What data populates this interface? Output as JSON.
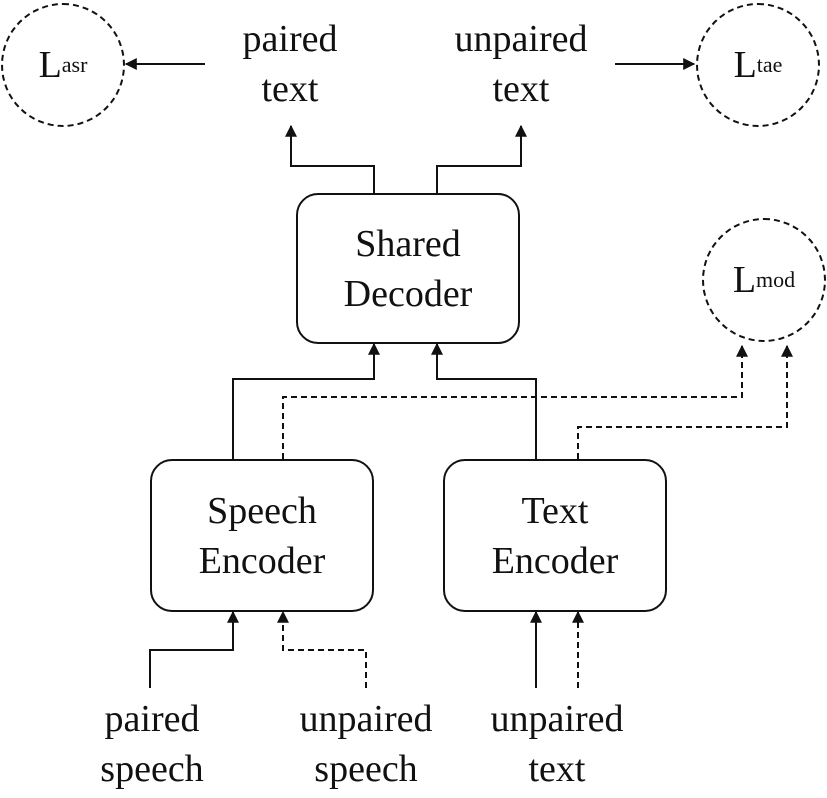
{
  "diagram": {
    "losses": {
      "asr": {
        "base": "L",
        "sub": "asr"
      },
      "tae": {
        "base": "L",
        "sub": "tae"
      },
      "mod": {
        "base": "L",
        "sub": "mod"
      }
    },
    "outputs": {
      "paired_text": [
        "paired",
        "text"
      ],
      "unpaired_text": [
        "unpaired",
        "text"
      ]
    },
    "decoder": {
      "lines": [
        "Shared",
        "Decoder"
      ]
    },
    "speech_encoder": {
      "lines": [
        "Speech",
        "Encoder"
      ]
    },
    "text_encoder": {
      "lines": [
        "Text",
        "Encoder"
      ]
    },
    "inputs": {
      "paired_speech": [
        "paired",
        "speech"
      ],
      "unpaired_speech": [
        "unpaired",
        "speech"
      ],
      "unpaired_text": [
        "unpaired",
        "text"
      ]
    },
    "colors": {
      "stroke": "#111111",
      "background": "#ffffff"
    }
  }
}
